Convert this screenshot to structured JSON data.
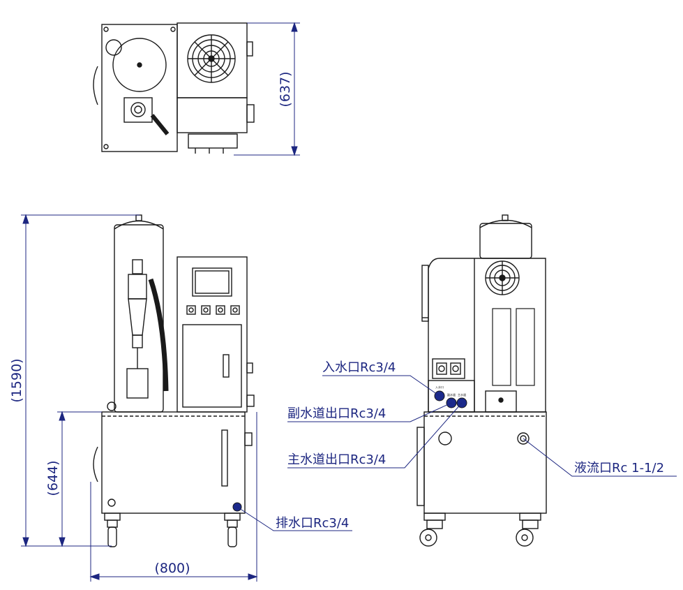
{
  "dimensions": {
    "top_depth": "(637)",
    "total_height": "(1590)",
    "tank_height": "(644)",
    "width": "(800)"
  },
  "callouts": {
    "drain": "排水口Rc3/4",
    "inlet": "入水口Rc3/4",
    "sub_outlet": "副水道出口Rc3/4",
    "main_outlet": "主水道出口Rc3/4",
    "overflow": "液流口Rc 1-1/2"
  },
  "panel_labels": {
    "inlet_small": "入水口",
    "sub_small": "副水道",
    "main_small": "主水道"
  },
  "colors": {
    "line": "#1a1a1a",
    "dimension": "#1c2680",
    "port_fill": "#1c2a8c"
  }
}
